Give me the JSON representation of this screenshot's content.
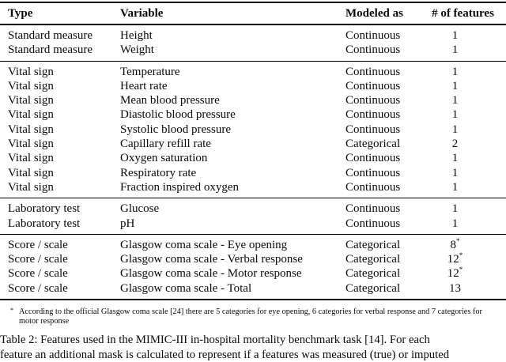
{
  "table": {
    "headers": [
      "Type",
      "Variable",
      "Modeled as",
      "# of features"
    ],
    "sections": [
      {
        "name": "standard-measure",
        "rows": [
          {
            "type": "Standard measure",
            "variable": "Height",
            "modeled": "Continuous",
            "features": "1",
            "sup": ""
          },
          {
            "type": "Standard measure",
            "variable": "Weight",
            "modeled": "Continuous",
            "features": "1",
            "sup": ""
          }
        ]
      },
      {
        "name": "vital-sign",
        "rows": [
          {
            "type": "Vital sign",
            "variable": "Temperature",
            "modeled": "Continuous",
            "features": "1",
            "sup": ""
          },
          {
            "type": "Vital sign",
            "variable": "Heart rate",
            "modeled": "Continuous",
            "features": "1",
            "sup": ""
          },
          {
            "type": "Vital sign",
            "variable": "Mean blood pressure",
            "modeled": "Continuous",
            "features": "1",
            "sup": ""
          },
          {
            "type": "Vital sign",
            "variable": "Diastolic blood pressure",
            "modeled": "Continuous",
            "features": "1",
            "sup": ""
          },
          {
            "type": "Vital sign",
            "variable": "Systolic blood pressure",
            "modeled": "Continuous",
            "features": "1",
            "sup": ""
          },
          {
            "type": "Vital sign",
            "variable": "Capillary refill rate",
            "modeled": "Categorical",
            "features": "2",
            "sup": ""
          },
          {
            "type": "Vital sign",
            "variable": "Oxygen saturation",
            "modeled": "Continuous",
            "features": "1",
            "sup": ""
          },
          {
            "type": "Vital sign",
            "variable": "Respiratory rate",
            "modeled": "Continuous",
            "features": "1",
            "sup": ""
          },
          {
            "type": "Vital sign",
            "variable": "Fraction inspired oxygen",
            "modeled": "Continuous",
            "features": "1",
            "sup": ""
          }
        ]
      },
      {
        "name": "laboratory-test",
        "rows": [
          {
            "type": "Laboratory test",
            "variable": "Glucose",
            "modeled": "Continuous",
            "features": "1",
            "sup": ""
          },
          {
            "type": "Laboratory test",
            "variable": "pH",
            "modeled": "Continuous",
            "features": "1",
            "sup": ""
          }
        ]
      },
      {
        "name": "score-scale",
        "rows": [
          {
            "type": "Score / scale",
            "variable": "Glasgow coma scale - Eye opening",
            "modeled": "Categorical",
            "features": "8",
            "sup": "*"
          },
          {
            "type": "Score / scale",
            "variable": "Glasgow coma scale - Verbal response",
            "modeled": "Categorical",
            "features": "12",
            "sup": "*"
          },
          {
            "type": "Score / scale",
            "variable": "Glasgow coma scale - Motor response",
            "modeled": "Categorical",
            "features": "12",
            "sup": "*"
          },
          {
            "type": "Score / scale",
            "variable": "Glasgow coma scale - Total",
            "modeled": "Categorical",
            "features": "13",
            "sup": ""
          }
        ]
      }
    ]
  },
  "footnote": {
    "marker": "*",
    "lines": [
      "According to the official Glasgow coma scale [24] there are 5 categories for eye opening, 6 categories for verbal response and 7",
      "categories for motor response"
    ]
  },
  "caption": {
    "lines": [
      "Table 2: Features used in the MIMIC-III in-hospital mortality benchmark task [14]. For each",
      "feature an additional mask is calculated to represent if a features was measured (true) or imputed"
    ]
  }
}
